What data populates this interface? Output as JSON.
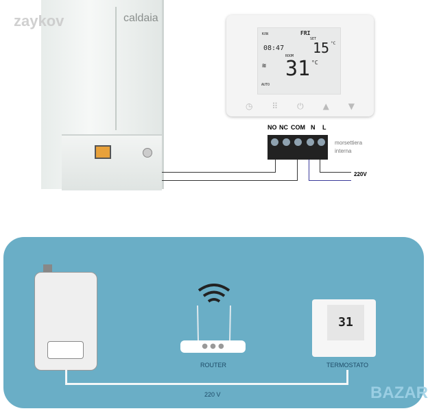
{
  "watermark": "zaykov",
  "boiler_label": "caldaia",
  "thermostat_display": {
    "indicator": "ΚΛΝ",
    "day": "FRI",
    "set_label": "SET",
    "set_temp": "15",
    "unit": "°C",
    "clock": "08:47",
    "room_label": "ROOM",
    "room_temp": "31",
    "mode": "AUTO"
  },
  "terminals": [
    "NO",
    "NC",
    "COM",
    "N",
    "L"
  ],
  "terminal_note": [
    "morsettiera",
    "interna"
  ],
  "power_label": "220V",
  "scheme": {
    "router_label": "ROUTER",
    "thermostat_label": "TERMOSTATO",
    "power_label": "220 V"
  },
  "logo": "BAZAR",
  "colors": {
    "panel": "#6aaec6",
    "label": "#1d4a66"
  }
}
